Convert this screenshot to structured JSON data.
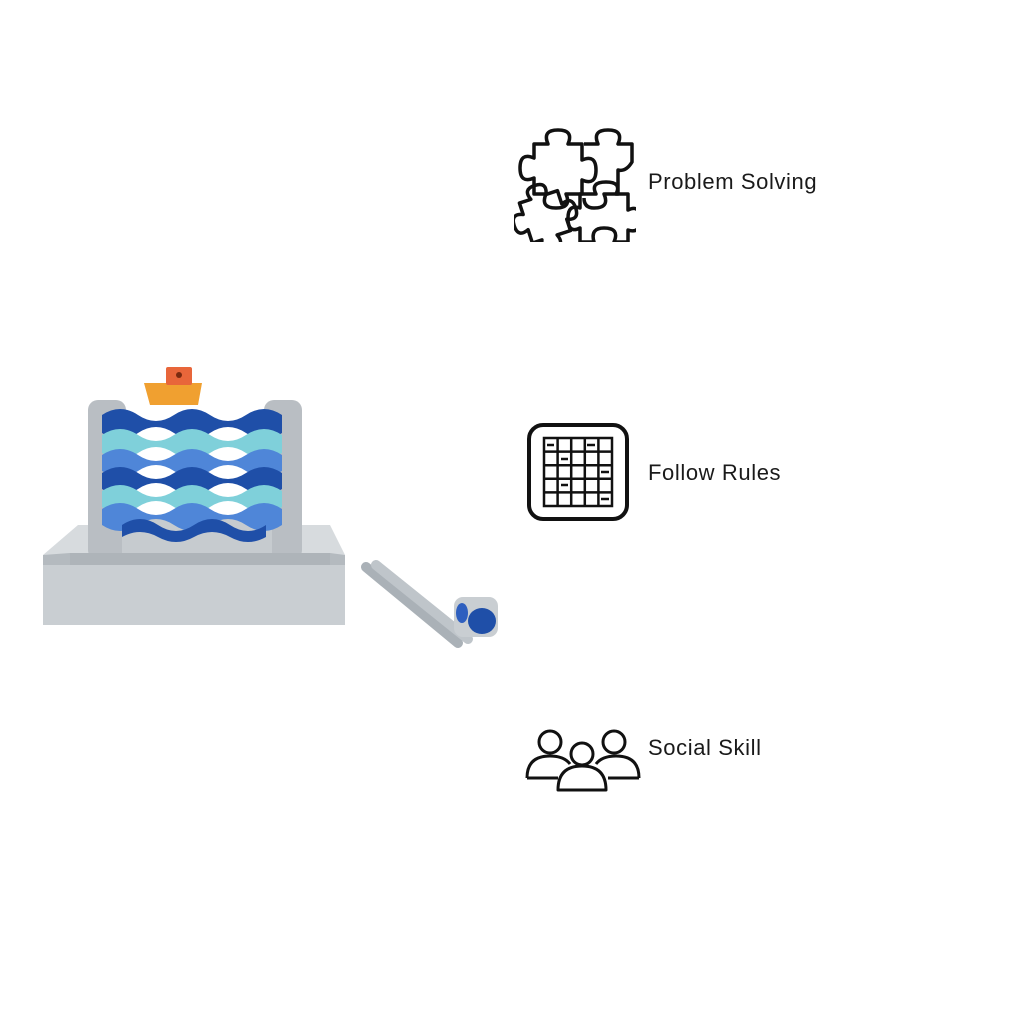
{
  "product": {
    "image_name": "wooden-wave-stacking-game"
  },
  "benefits": [
    {
      "label": "Problem Solving",
      "icon": "puzzle-pieces-icon"
    },
    {
      "label": "Follow Rules",
      "icon": "rules-grid-icon"
    },
    {
      "label": "Social Skill",
      "icon": "people-group-icon"
    }
  ],
  "colors": {
    "background": "#ffffff",
    "icon_stroke": "#111111",
    "text": "#1a1a1a",
    "tray_gray": "#c9ced2",
    "wave_dark": "#1f4fa8",
    "wave_mid": "#4f86d8",
    "wave_light": "#7fd0da",
    "boat_orange": "#f0a030",
    "boat_red": "#e8663a"
  }
}
